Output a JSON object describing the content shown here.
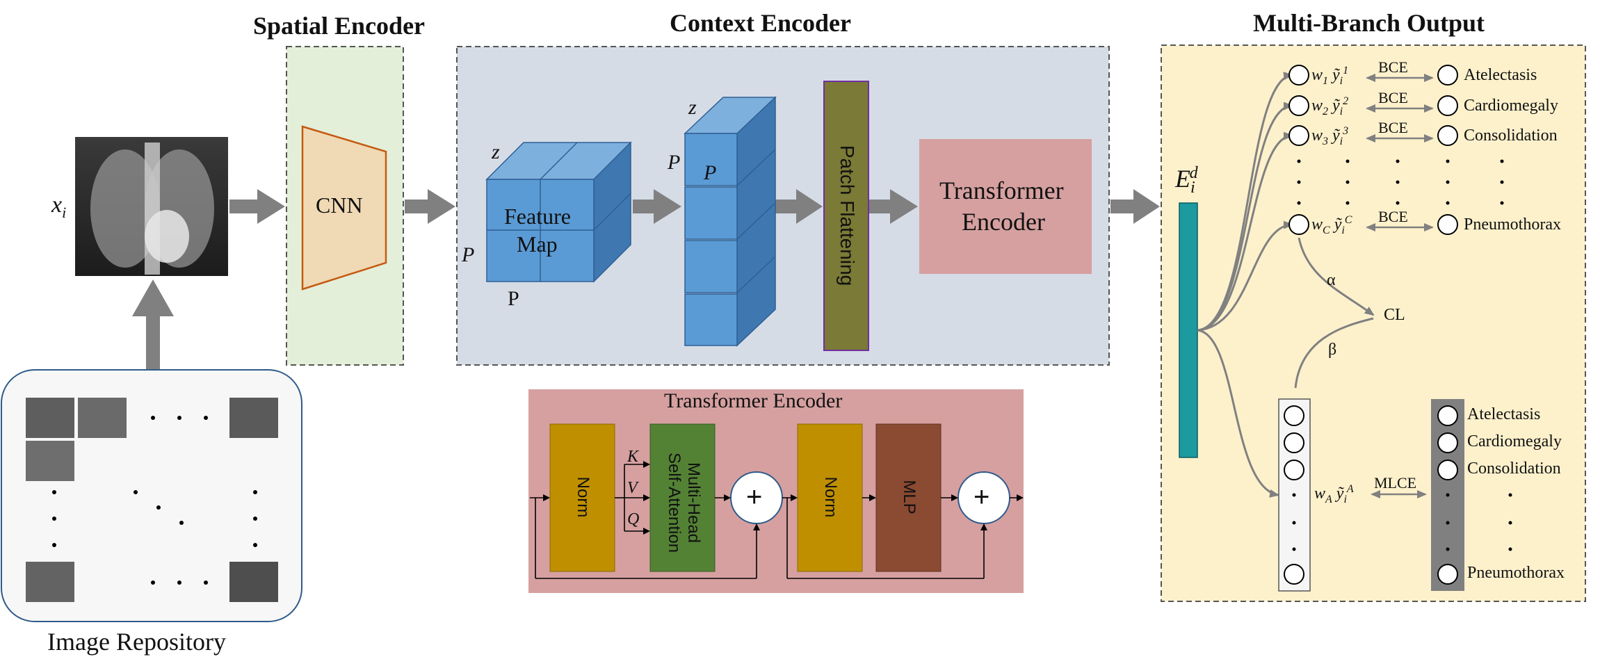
{
  "sections": {
    "spatial": "Spatial Encoder",
    "context": "Context Encoder",
    "multibranch": "Multi-Branch Output"
  },
  "input": {
    "label": "x",
    "label_sub": "i",
    "repository": "Image Repository"
  },
  "spatial": {
    "cnn": "CNN"
  },
  "context": {
    "feature_map_line1": "Feature",
    "feature_map_line2": "Map",
    "dim_z": "z",
    "dim_p": "P",
    "dim_p_upright": "P",
    "patch_flattening": "Patch Flattening",
    "transformer_line1": "Transformer",
    "transformer_line2": "Encoder"
  },
  "transformer_detail": {
    "title": "Transformer Encoder",
    "norm1": "Norm",
    "attention_line1": "Multi-Head",
    "attention_line2": "Self-Attention",
    "k": "K",
    "v": "V",
    "q": "Q",
    "plus": "+",
    "norm2": "Norm",
    "mlp": "MLP"
  },
  "output": {
    "embedding": "E",
    "embedding_sub": "i",
    "embedding_sup": "d",
    "branches": [
      {
        "w": "w",
        "w_sub": "1",
        "y_sup": "1",
        "loss": "BCE",
        "class": "Atelectasis"
      },
      {
        "w": "w",
        "w_sub": "2",
        "y_sup": "2",
        "loss": "BCE",
        "class": "Cardiomegaly"
      },
      {
        "w": "w",
        "w_sub": "3",
        "y_sup": "3",
        "loss": "BCE",
        "class": "Consolidation"
      },
      {
        "w": "w",
        "w_sub": "C",
        "y_sup": "C",
        "loss": "BCE",
        "class": "Pneumothorax"
      }
    ],
    "alpha": "α",
    "beta": "β",
    "cl": "CL",
    "aux_w": "w",
    "aux_w_sub": "A",
    "aux_y_sup": "A",
    "aux_loss": "MLCE",
    "aux_classes": [
      "Atelectasis",
      "Cardiomegaly",
      "Consolidation",
      "Pneumothorax"
    ]
  },
  "colors": {
    "spatial_bg": "#e3efd9",
    "context_bg": "#d6dce6",
    "output_bg": "#fdf1cc",
    "cnn_fill": "#f0d9b5",
    "cnn_stroke": "#c55a11",
    "cube_front": "#5b9bd5",
    "cube_top": "#7eb0de",
    "cube_side": "#3f78b0",
    "patch_fill": "#7b7a36",
    "patch_stroke": "#7030a0",
    "transformer_fill": "#d6a0a0",
    "norm_fill": "#bf8f00",
    "attention_fill": "#548235",
    "mlp_fill": "#8b4a32",
    "embedding_fill": "#1b9aa0",
    "arrow_gray": "#808080"
  }
}
